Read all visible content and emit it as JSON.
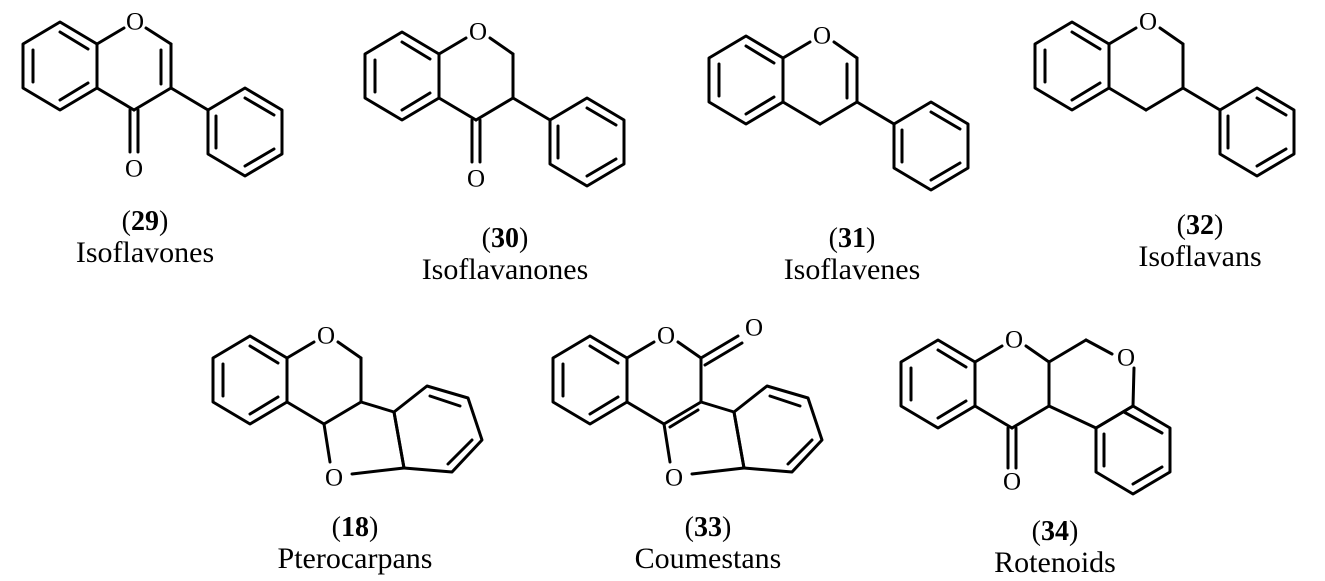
{
  "compounds": [
    {
      "number": "29",
      "name": "Isoflavones",
      "atoms": {
        "ring_o": "O",
        "carbonyl_o": "O"
      }
    },
    {
      "number": "30",
      "name": "Isoflavanones",
      "atoms": {
        "ring_o": "O",
        "carbonyl_o": "O"
      }
    },
    {
      "number": "31",
      "name": "Isoflavenes",
      "atoms": {
        "ring_o": "O"
      }
    },
    {
      "number": "32",
      "name": "Isoflavans",
      "atoms": {
        "ring_o": "O"
      }
    },
    {
      "number": "18",
      "name": "Pterocarpans",
      "atoms": {
        "ring_o": "O",
        "furan_o": "O"
      }
    },
    {
      "number": "33",
      "name": "Coumestans",
      "atoms": {
        "ring_o": "O",
        "carbonyl_o": "O",
        "furan_o": "O"
      }
    },
    {
      "number": "34",
      "name": "Rotenoids",
      "atoms": {
        "ring_o": "O",
        "pyran_o": "O",
        "carbonyl_o": "O"
      }
    }
  ]
}
